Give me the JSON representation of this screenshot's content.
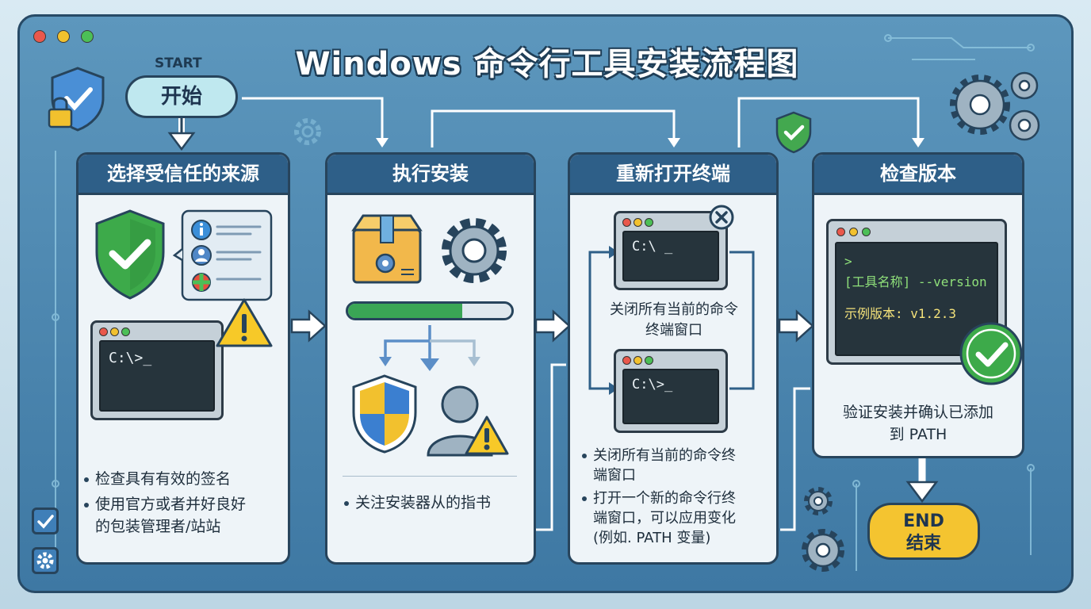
{
  "title": "Windows 命令行工具安装流程图",
  "start": {
    "label_en": "START",
    "label": "开始"
  },
  "end": {
    "label_en": "END",
    "label": "结束"
  },
  "panels": [
    {
      "title": "选择受信任的来源",
      "prompt": "C:\\>_",
      "bullets": [
        "检查具有有效的签名",
        "使用官方或者并好良好",
        "的包装管理者/站站"
      ]
    },
    {
      "title": "执行安装",
      "bullets": [
        "关注安装器从的指书"
      ]
    },
    {
      "title": "重新打开终端",
      "prompt1": "C:\\ _",
      "caption": [
        "关闭所有当前的命令",
        "终端窗口"
      ],
      "prompt2": "C:\\>_",
      "bullets": [
        "关闭所有当前的命令终",
        "端窗口",
        "打开一个新的命令行终",
        "端窗口，可以应用变化",
        "(例如. PATH 变量)"
      ]
    },
    {
      "title": "检查版本",
      "term_lines": [
        ">",
        "[工具名称] --version",
        "示例版本: v1.2.3"
      ],
      "caption": [
        "验证安装并确认已添加",
        "到 PATH"
      ]
    }
  ],
  "colors": {
    "frame": "#3e78a3",
    "panel_header": "#2e5f88",
    "start_pill": "#bfe8ef",
    "end_pill": "#f4c430",
    "check_green": "#3daa4a",
    "warning_yellow": "#f7c928"
  }
}
